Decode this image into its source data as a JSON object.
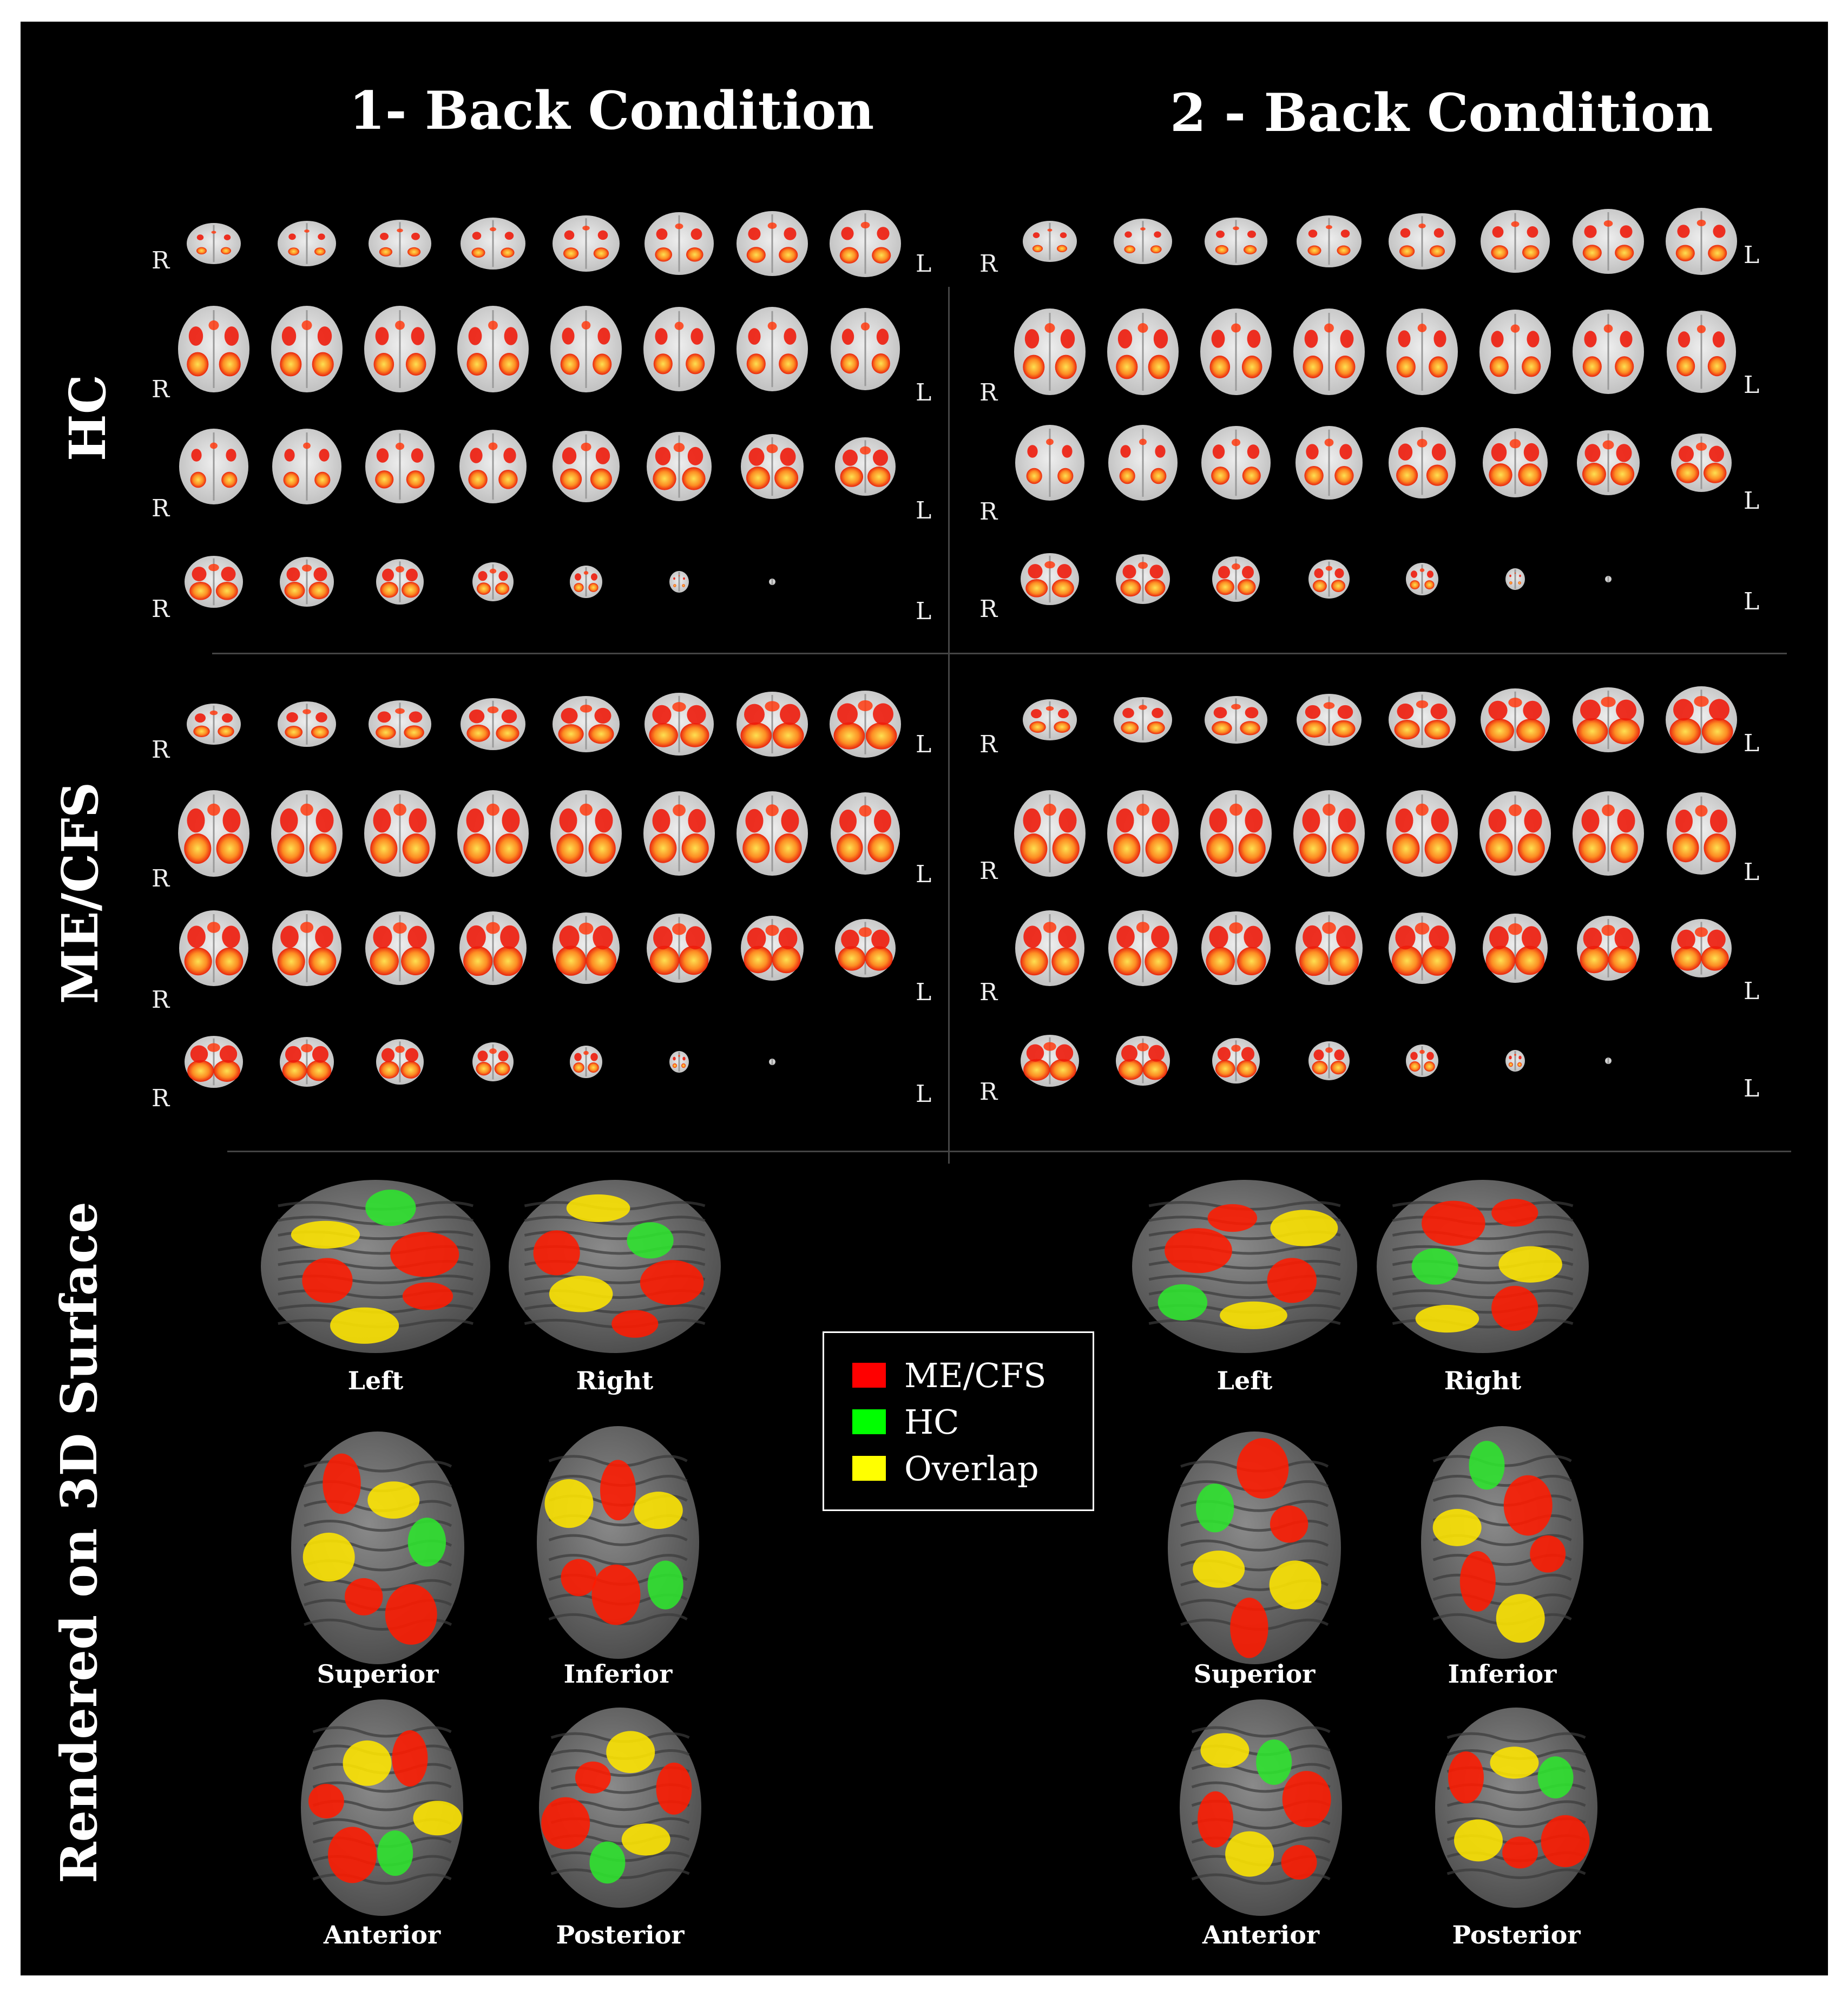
{
  "columns": {
    "one_back": "1- Back Condition",
    "two_back": "2 - Back Condition"
  },
  "rows": {
    "hc": "HC",
    "mecfs": "ME/CFS",
    "surface": "Rendered on 3D Surface"
  },
  "side_labels": {
    "right": "R",
    "left": "L"
  },
  "view_labels": {
    "left": "Left",
    "right": "Right",
    "superior": "Superior",
    "inferior": "Inferior",
    "anterior": "Anterior",
    "posterior": "Posterior"
  },
  "legend": [
    {
      "label": "ME/CFS",
      "color": "#ff0000"
    },
    {
      "label": "HC",
      "color": "#00ff00"
    },
    {
      "label": "Overlap",
      "color": "#ffff00"
    }
  ]
}
